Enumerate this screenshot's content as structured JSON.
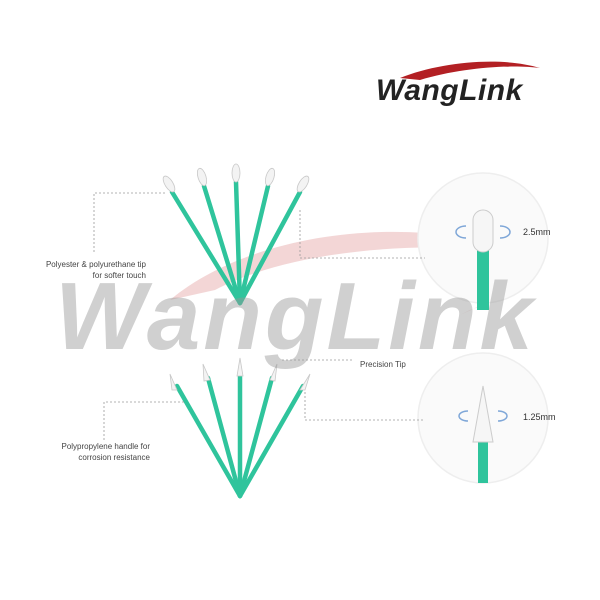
{
  "logo": {
    "brand": "WangLink",
    "accent": "#b32024"
  },
  "watermark": {
    "text": "WangLink"
  },
  "callouts": {
    "tip_material": [
      "Polyester & polyurethane tip",
      "for softer touch"
    ],
    "handle_material": [
      "Polypropylene handle for",
      "corrosion resistance"
    ],
    "precision_tip": "Precision Tip"
  },
  "measurements": {
    "round_tip": "2.5mm",
    "pointed_tip": "1.25mm"
  },
  "colors": {
    "handle": "#2fc49c",
    "tip": "#f3f3f3",
    "guide": "#9a9a9a"
  }
}
